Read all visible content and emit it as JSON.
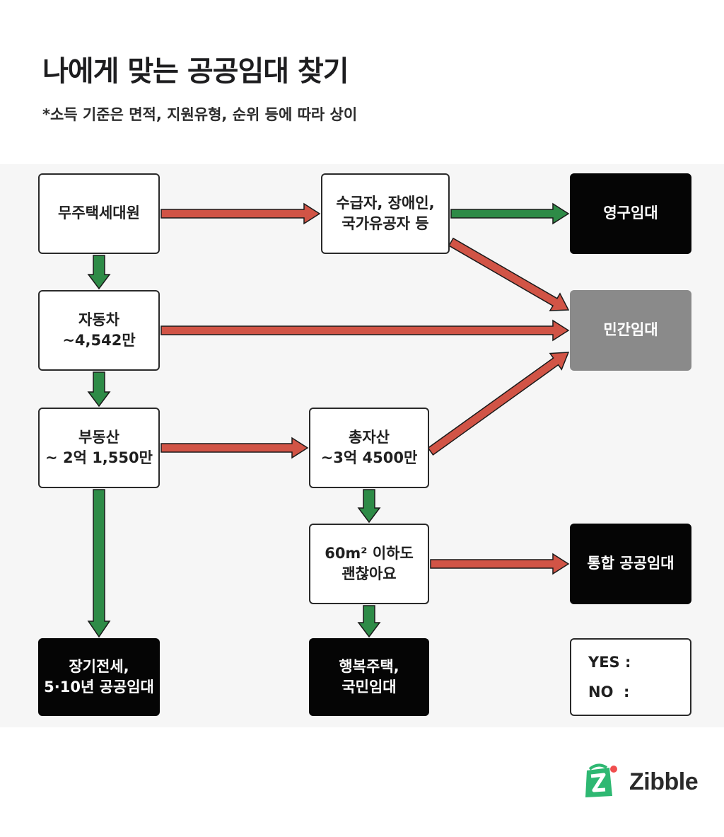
{
  "header": {
    "title": "나에게 맞는 공공임대 찾기",
    "subtitle": "*소득 기준은 면적, 지원유형, 순위 등에 따라 상이"
  },
  "nodes": {
    "homeless": "무주택세대원",
    "recipient": "수급자, 장애인,\n국가유공자 등",
    "permanent": "영구임대",
    "car": "자동차\n~4,542만",
    "private": "민간임대",
    "realestate": "부동산\n~ 2억 1,550만",
    "totalassets": "총자산\n~3억 4500만",
    "area": "60m² 이하도\n괜찮아요",
    "integrated": "통합 공공임대",
    "longterm": "장기전세,\n5·10년 공공임대",
    "happy": "행복주택,\n국민임대"
  },
  "legend": {
    "yes": "YES :",
    "no": "NO  :"
  },
  "colors": {
    "yes": "#2e8b47",
    "no": "#d15446",
    "arrow_outline": "#1a1a1a",
    "brand_green": "#2eb872",
    "brand_dot": "#f04e4e"
  },
  "brand": {
    "name": "Zibble",
    "icon": "zibble-bag-icon"
  }
}
